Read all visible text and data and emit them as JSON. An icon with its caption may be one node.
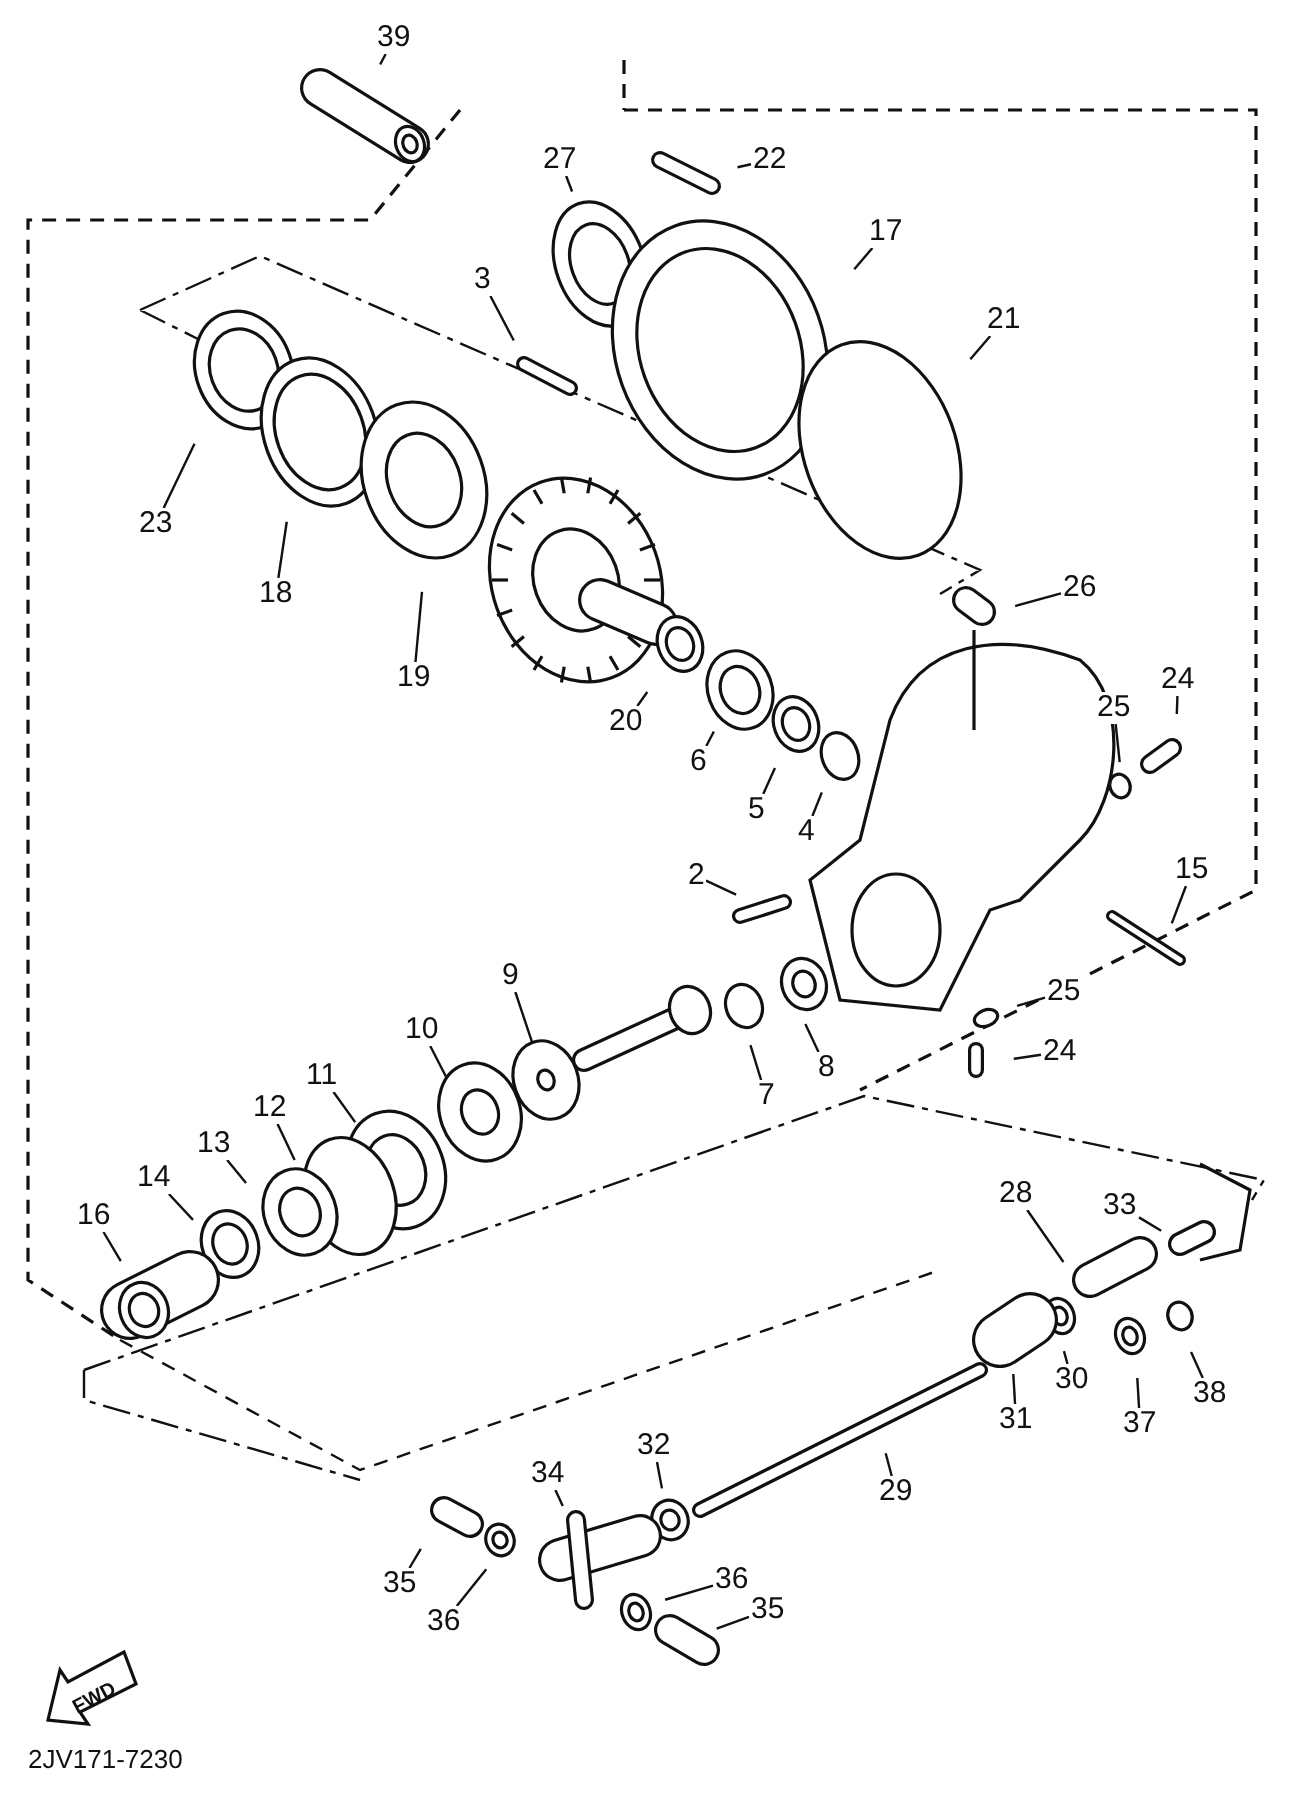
{
  "diagram": {
    "nodes": [
      {
        "text": [
          "39"
        ]
      },
      {
        "text": [
          "27"
        ]
      },
      {
        "text": [
          "22"
        ]
      },
      {
        "text": [
          "17"
        ]
      },
      {
        "text": [
          "3"
        ]
      },
      {
        "text": [
          "21"
        ]
      },
      {
        "text": [
          "23"
        ]
      },
      {
        "text": [
          "18"
        ]
      },
      {
        "text": [
          "19"
        ]
      },
      {
        "text": [
          "26"
        ]
      },
      {
        "text": [
          "20"
        ]
      },
      {
        "text": [
          "6"
        ]
      },
      {
        "text": [
          "24"
        ]
      },
      {
        "text": [
          "25"
        ]
      },
      {
        "text": [
          "5"
        ]
      },
      {
        "text": [
          "4"
        ]
      },
      {
        "text": [
          "2"
        ]
      },
      {
        "text": [
          "15"
        ]
      },
      {
        "text": [
          "9"
        ]
      },
      {
        "text": [
          "25"
        ]
      },
      {
        "text": [
          "10"
        ]
      },
      {
        "text": [
          "7"
        ]
      },
      {
        "text": [
          "8"
        ]
      },
      {
        "text": [
          "24"
        ]
      },
      {
        "text": [
          "11"
        ]
      },
      {
        "text": [
          "12"
        ]
      },
      {
        "text": [
          "13"
        ]
      },
      {
        "text": [
          "14"
        ]
      },
      {
        "text": [
          "16"
        ]
      },
      {
        "text": [
          "33"
        ]
      },
      {
        "text": [
          "28"
        ]
      },
      {
        "text": [
          "30"
        ]
      },
      {
        "text": [
          "31"
        ]
      },
      {
        "text": [
          "37"
        ]
      },
      {
        "text": [
          "38"
        ]
      },
      {
        "text": [
          "32"
        ]
      },
      {
        "text": [
          "34"
        ]
      },
      {
        "text": [
          "29"
        ]
      },
      {
        "text": [
          "35"
        ]
      },
      {
        "text": [
          "36"
        ]
      },
      {
        "text": [
          "36"
        ]
      },
      {
        "text": [
          "35"
        ]
      }
    ],
    "edges": [
      {
        "from": 0,
        "to": null,
        "arrow": "none"
      },
      {
        "from": 1,
        "to": null,
        "arrow": "none"
      },
      {
        "from": 2,
        "to": null,
        "arrow": "none"
      },
      {
        "from": 3,
        "to": null,
        "arrow": "none"
      },
      {
        "from": 4,
        "to": null,
        "arrow": "none"
      },
      {
        "from": 5,
        "to": null,
        "arrow": "none"
      },
      {
        "from": 6,
        "to": null,
        "arrow": "none"
      },
      {
        "from": 7,
        "to": null,
        "arrow": "none"
      },
      {
        "from": 8,
        "to": null,
        "arrow": "none"
      },
      {
        "from": 9,
        "to": null,
        "arrow": "none"
      },
      {
        "from": 10,
        "to": null,
        "arrow": "none"
      },
      {
        "from": 11,
        "to": null,
        "arrow": "none"
      },
      {
        "from": 12,
        "to": null,
        "arrow": "none"
      },
      {
        "from": 13,
        "to": null,
        "arrow": "none"
      },
      {
        "from": 14,
        "to": null,
        "arrow": "none"
      },
      {
        "from": 15,
        "to": null,
        "arrow": "none"
      },
      {
        "from": 16,
        "to": null,
        "arrow": "none"
      },
      {
        "from": 17,
        "to": null,
        "arrow": "none"
      },
      {
        "from": 18,
        "to": null,
        "arrow": "none"
      },
      {
        "from": 19,
        "to": null,
        "arrow": "none"
      },
      {
        "from": 20,
        "to": null,
        "arrow": "none"
      },
      {
        "from": 21,
        "to": null,
        "arrow": "none"
      },
      {
        "from": 22,
        "to": null,
        "arrow": "none"
      },
      {
        "from": 23,
        "to": null,
        "arrow": "none"
      },
      {
        "from": 24,
        "to": null,
        "arrow": "none"
      },
      {
        "from": 25,
        "to": null,
        "arrow": "none"
      },
      {
        "from": 26,
        "to": null,
        "arrow": "none"
      },
      {
        "from": 27,
        "to": null,
        "arrow": "none"
      },
      {
        "from": 28,
        "to": null,
        "arrow": "none"
      },
      {
        "from": 29,
        "to": null,
        "arrow": "none"
      },
      {
        "from": 30,
        "to": null,
        "arrow": "none"
      },
      {
        "from": 31,
        "to": null,
        "arrow": "none"
      },
      {
        "from": 32,
        "to": null,
        "arrow": "none"
      },
      {
        "from": 33,
        "to": null,
        "arrow": "none"
      },
      {
        "from": 34,
        "to": null,
        "arrow": "none"
      },
      {
        "from": 35,
        "to": null,
        "arrow": "none"
      },
      {
        "from": 36,
        "to": null,
        "arrow": "none"
      },
      {
        "from": 37,
        "to": null,
        "arrow": "none"
      },
      {
        "from": 38,
        "to": null,
        "arrow": "none"
      },
      {
        "from": 39,
        "to": null,
        "arrow": "none"
      },
      {
        "from": 40,
        "to": null,
        "arrow": "none"
      },
      {
        "from": 41,
        "to": null,
        "arrow": "none"
      }
    ],
    "labels": [
      "FWD",
      "2JV171-7230"
    ]
  }
}
